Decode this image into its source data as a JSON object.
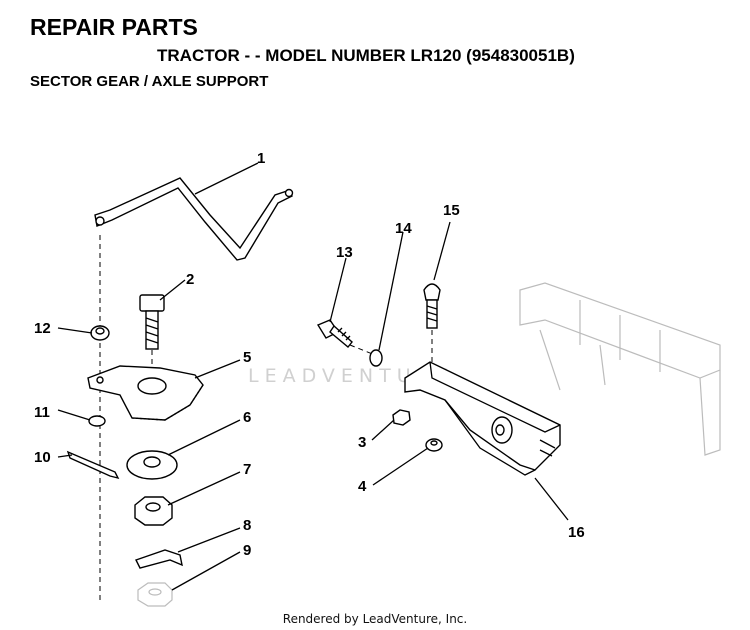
{
  "header": {
    "title": "REPAIR PARTS",
    "subtitle": "TRACTOR - - MODEL NUMBER LR120 (954830051B)",
    "section": "SECTOR GEAR / AXLE SUPPORT"
  },
  "watermark": "LEADVENTURE",
  "footer": {
    "credit": "Rendered by LeadVenture, Inc."
  },
  "callouts": [
    "1",
    "2",
    "3",
    "4",
    "5",
    "6",
    "7",
    "8",
    "9",
    "10",
    "11",
    "12",
    "13",
    "14",
    "15",
    "16"
  ]
}
